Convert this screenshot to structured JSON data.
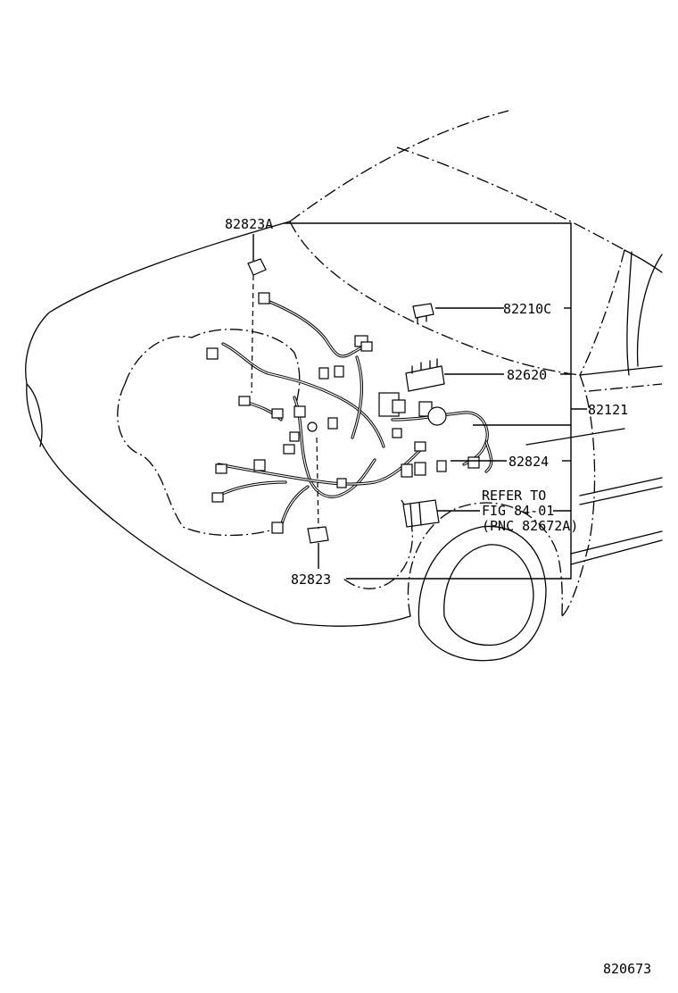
{
  "labels": {
    "p82823A": "82823A",
    "p82210C": "82210C",
    "p82620": "82620",
    "p82121": "82121",
    "p82824": "82824",
    "refer_line1": "REFER TO",
    "refer_line2": "FIG 84-01",
    "refer_line3": "(PNC 82672A)",
    "p82823": "82823",
    "figure_number": "820673"
  }
}
